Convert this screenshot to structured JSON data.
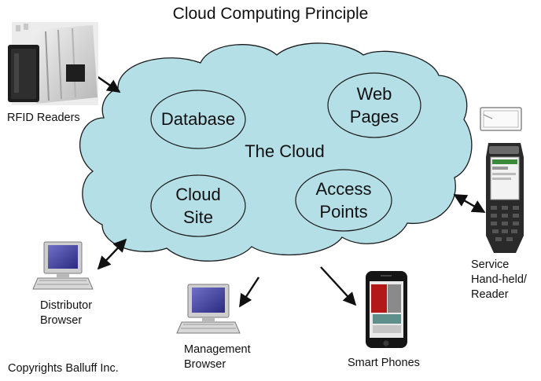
{
  "title": "Cloud Computing Principle",
  "cloud": {
    "label": "The Cloud",
    "fill": "#b5dfe7",
    "nodes": {
      "database": "Database",
      "web_pages": [
        "Web",
        "Pages"
      ],
      "cloud_site": [
        "Cloud",
        "Site"
      ],
      "access_points": [
        "Access",
        "Points"
      ]
    }
  },
  "devices": {
    "rfid_readers": "RFID Readers",
    "distributor_browser": [
      "Distributor",
      "Browser"
    ],
    "management_browser": [
      "Management",
      "Browser"
    ],
    "smart_phones": "Smart Phones",
    "service_reader": [
      "Service",
      "Hand-held/",
      "Reader"
    ]
  },
  "copyright": "Copyrights Balluff Inc."
}
